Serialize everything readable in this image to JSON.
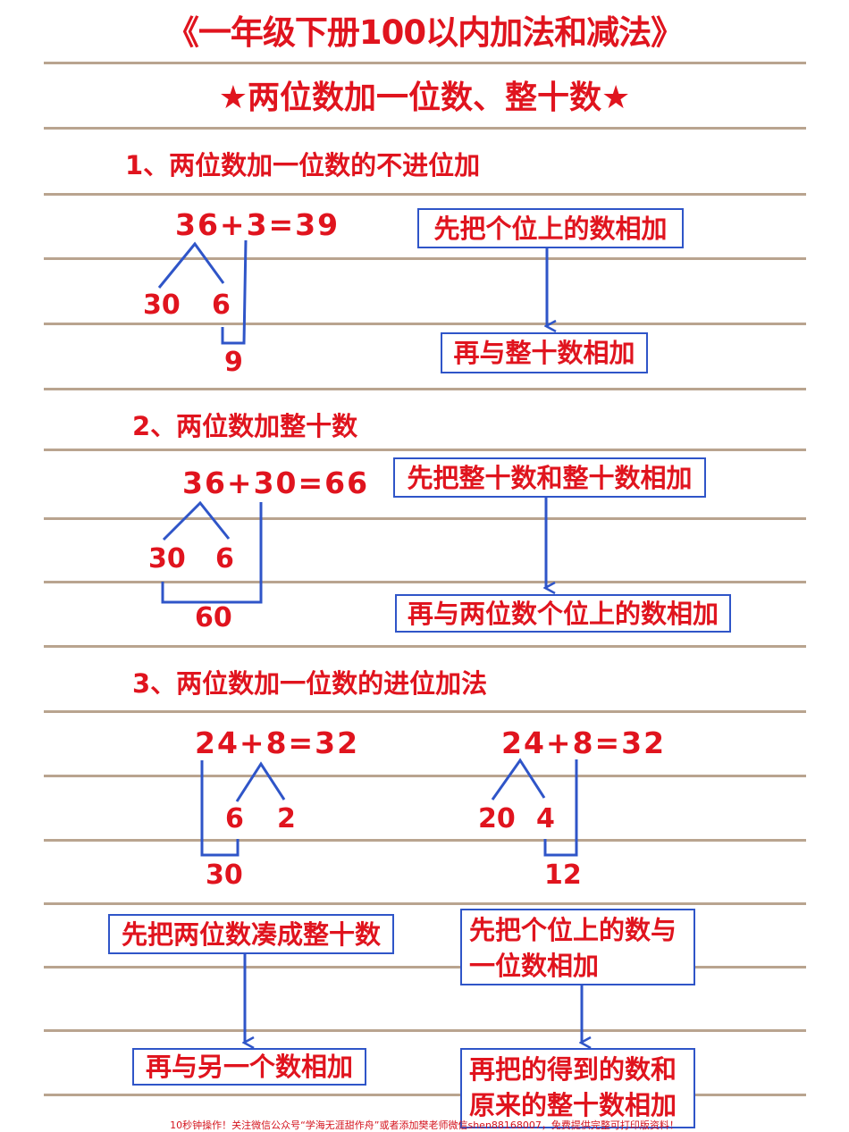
{
  "header": {
    "title": "《一年级下册100以内加法和减法》",
    "subtitle": "★两位数加一位数、整十数★"
  },
  "sections": [
    {
      "heading": "1、两位数加一位数的不进位加",
      "equation": "36+3=39",
      "split": [
        "30",
        "6"
      ],
      "partial_sum": "9",
      "steps": [
        "先把个位上的数相加",
        "再与整十数相加"
      ]
    },
    {
      "heading": "2、两位数加整十数",
      "equation": "36+30=66",
      "split": [
        "30",
        "6"
      ],
      "partial_sum": "60",
      "steps": [
        "先把整十数和整十数相加",
        "再与两位数个位上的数相加"
      ]
    },
    {
      "heading": "3、两位数加一位数的进位加法",
      "methods": [
        {
          "equation": "24+8=32",
          "split": [
            "6",
            "2"
          ],
          "partial_sum": "30",
          "steps": [
            "先把两位数凑成整十数",
            "再与另一个数相加"
          ]
        },
        {
          "equation": "24+8=32",
          "split": [
            "20",
            "4"
          ],
          "partial_sum": "12",
          "steps": [
            "先把个位上的数与一位数相加",
            "再把的得到的数和原来的整十数相加"
          ]
        }
      ]
    }
  ],
  "footer": {
    "text": "10秒钟操作！关注微信公众号“学海无涯甜作舟”或者添加樊老师微信shen88168007，免费提供完整可打印版资料！"
  },
  "colors": {
    "text_red": "#e0141e",
    "line_blue": "#2f55c8",
    "rule_tan": "#b9a48f"
  }
}
